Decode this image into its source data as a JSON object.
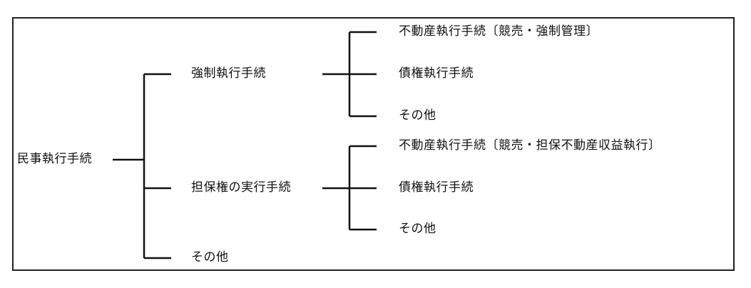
{
  "diagram": {
    "root": "民事執行手続",
    "level1": {
      "forced_execution": "強制執行手続",
      "security_enforcement": "担保権の実行手続",
      "other": "その他"
    },
    "forced_children": {
      "real_estate": "不動産執行手続〔競売・強制管理〕",
      "claims": "債権執行手続",
      "other": "その他"
    },
    "security_children": {
      "real_estate": "不動産執行手続〔競売・担保不動産収益執行〕",
      "claims": "債権執行手続",
      "other": "その他"
    }
  }
}
